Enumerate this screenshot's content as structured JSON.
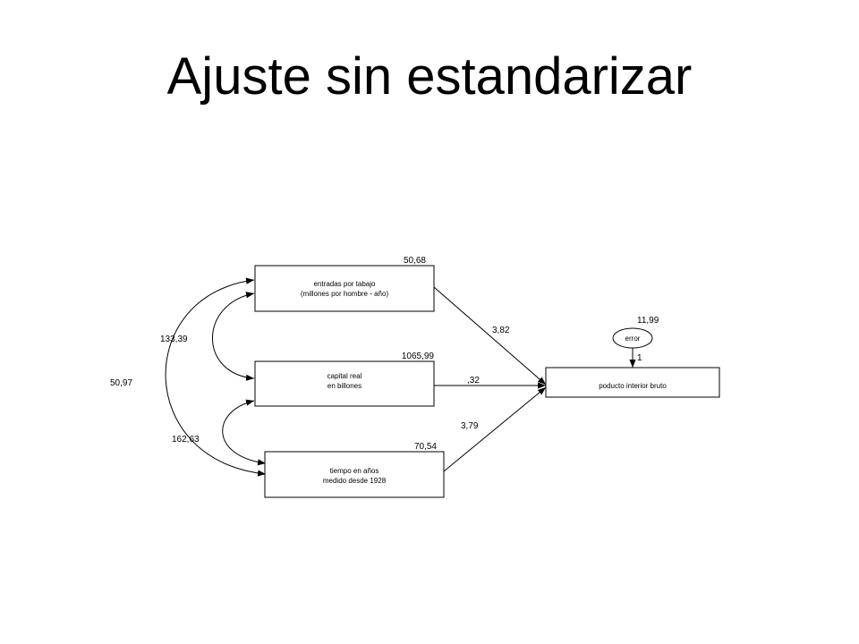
{
  "title": "Ajuste sin estandarizar",
  "diagram": {
    "nodes": {
      "entradas": {
        "line1": "entradas por tabajo",
        "line2": "(millones por hombre - año)",
        "variance": "50,68"
      },
      "capital": {
        "line1": "capital real",
        "line2": "en billones",
        "variance": "1065,99"
      },
      "tiempo": {
        "line1": "tiempo en años",
        "line2": "medido desde 1928",
        "variance": "70,54"
      },
      "pib": {
        "label": "poducto interior bruto"
      },
      "error": {
        "label": "error",
        "variance": "11,99",
        "loading": "1"
      }
    },
    "paths": {
      "entradas_pib": "3,82",
      "capital_pib": ",32",
      "tiempo_pib": "3,79"
    },
    "covariances": {
      "entradas_capital": "133,39",
      "capital_tiempo": "162,63",
      "entradas_tiempo": "50,97"
    }
  }
}
